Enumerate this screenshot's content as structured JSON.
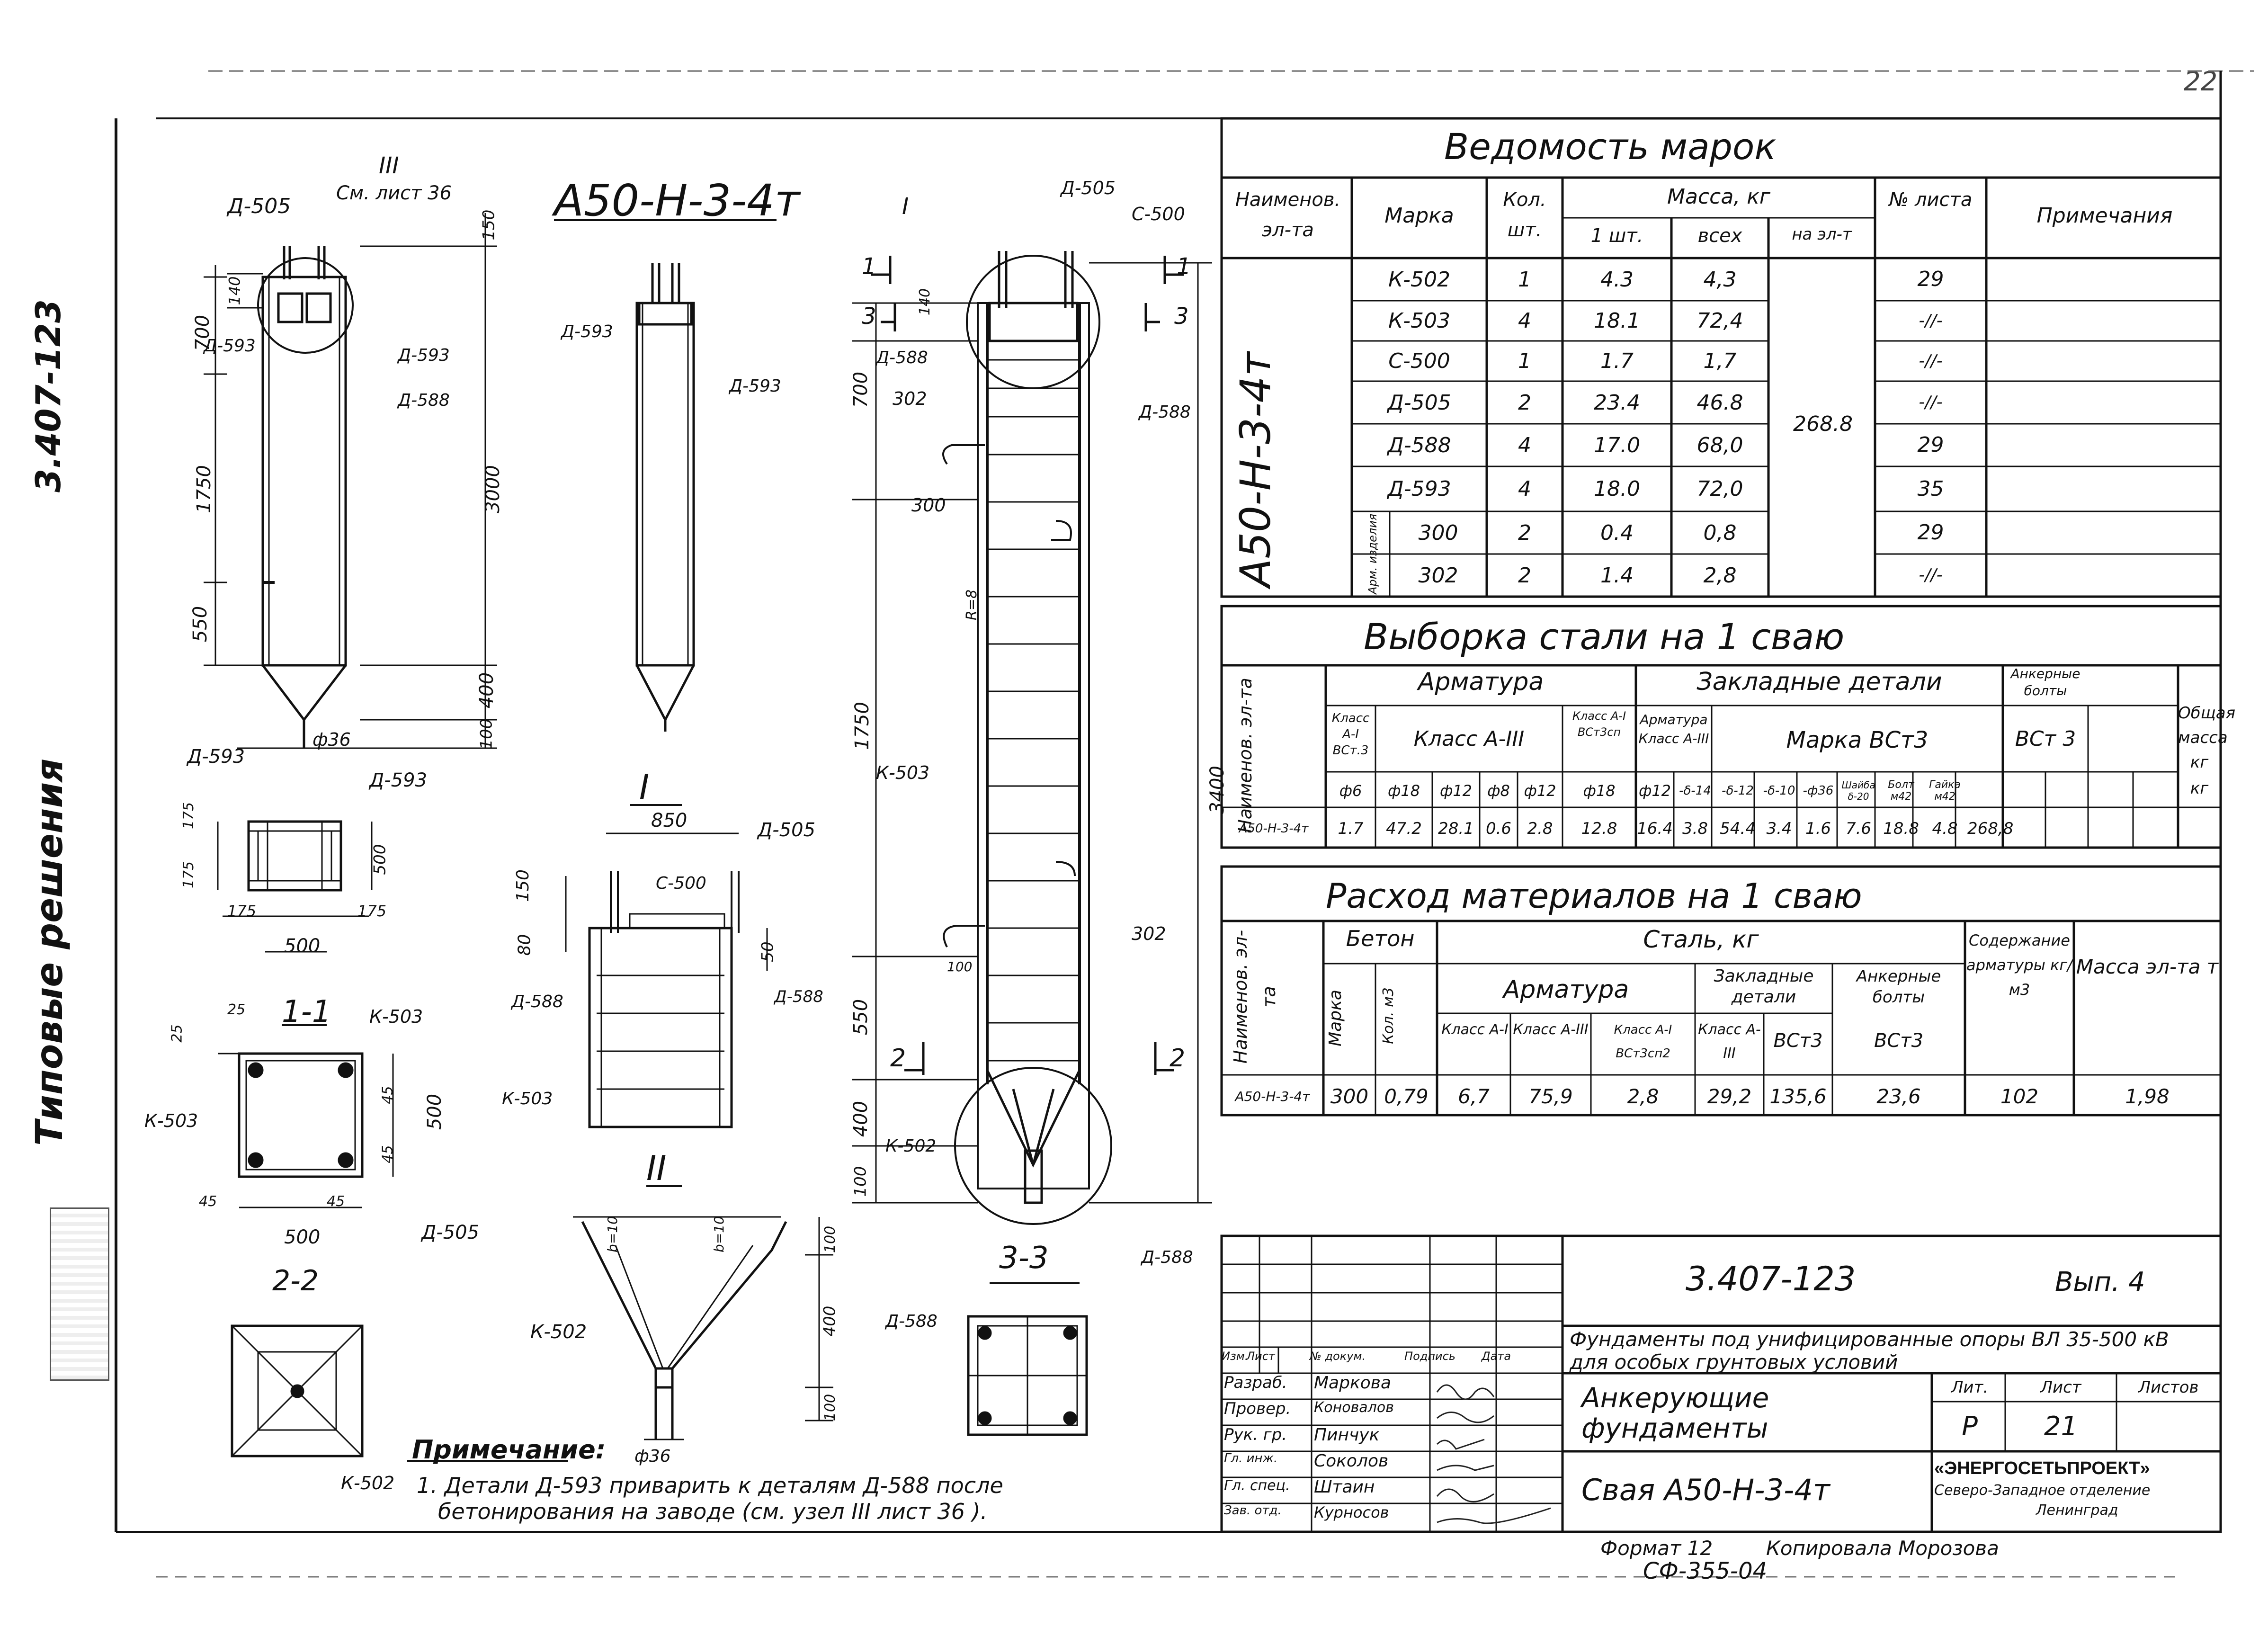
{
  "sheet": {
    "page_no": "22",
    "side_code": "3.407-123",
    "side_title": "Типовые решения"
  },
  "main_title": "А50-Н-3-4т",
  "labels": {
    "d505_a": "Д-505",
    "see_iii": "См. лист 36",
    "iii": "III",
    "d593_a": "Д-593",
    "d593_b": "Д-593",
    "d588_a": "Д-588",
    "dim_150": "150",
    "dim_140": "140",
    "dim_700": "700",
    "dim_1750": "1750",
    "dim_3000": "3000",
    "dim_550": "550",
    "dim_400": "400",
    "dim_100": "100",
    "phi36": "ф36",
    "d593_c": "Д-593",
    "d593_d": "Д-593",
    "p_i": "I",
    "p_d505": "Д-505",
    "p_c500": "С-500",
    "p_d588": "Д-588",
    "p_302": "302",
    "p_300": "300",
    "p_r8": "R=8",
    "p_k503": "К-503",
    "p_302b": "302",
    "p_k502": "К-502",
    "p_3400": "3400",
    "p_700": "700",
    "p_1750": "1750",
    "p_550": "550",
    "p_400": "400",
    "p_100": "100",
    "p_140": "140",
    "p_1a": "1",
    "p_1b": "1",
    "p_3a": "3",
    "p_3b": "3",
    "p_2a": "2",
    "p_2b": "2",
    "p_100b": "100",
    "top_d593a": "Д-593",
    "top_d593b": "Д-593",
    "top_175a": "175",
    "top_175b": "175",
    "top_175c": "175",
    "top_175d": "175",
    "top_500a": "500",
    "top_500b": "500",
    "s11": "1-1",
    "s11_25": "25",
    "s11_25b": "25",
    "s11_k503a": "К-503",
    "s11_k503b": "К-503",
    "s11_45a": "45",
    "s11_45b": "45",
    "s11_45c": "45",
    "s11_45d": "45",
    "s11_500": "500",
    "s11_500b": "500",
    "s11_d505": "Д-505",
    "s22": "2-2",
    "s22_k502": "К-502",
    "ni": "I",
    "ni_850": "850",
    "ni_d505": "Д-505",
    "ni_c500": "С-500",
    "ni_150": "150",
    "ni_80": "80",
    "ni_50": "50",
    "ni_d588a": "Д-588",
    "ni_d588b": "Д-588",
    "ni_k503": "К-503",
    "nii": "II",
    "nii_k502": "К-502",
    "nii_b10a": "b=10",
    "nii_b10b": "b=10",
    "nii_100": "100",
    "nii_400": "400",
    "nii_100b": "100",
    "nii_phi36": "ф36",
    "s33": "3-3",
    "s33_d588a": "Д-588",
    "s33_d588b": "Д-588"
  },
  "note": {
    "title": "Примечание:",
    "line1": "1. Детали Д-593 приварить к деталям Д-588 после",
    "line2": "бетонирования на заводе (см. узел III лист 36 )."
  },
  "vedomost": {
    "title": "Ведомость марок",
    "headers": {
      "name": "Наименов. эл-та",
      "mark": "Марка",
      "qty": "Кол. шт.",
      "mass": "Масса, кг",
      "one": "1 шт.",
      "all": "всех",
      "per": "на эл-т",
      "sheet": "№ листа",
      "note": "Примечания"
    },
    "element": "А50-Н-3-4т",
    "group_label": "Арм. изделия",
    "rows": [
      {
        "mark": "К-502",
        "qty": "1",
        "one": "4.3",
        "all": "4,3",
        "sheet": "29"
      },
      {
        "mark": "К-503",
        "qty": "4",
        "one": "18.1",
        "all": "72,4",
        "sheet": "-//-"
      },
      {
        "mark": "С-500",
        "qty": "1",
        "one": "1.7",
        "all": "1,7",
        "sheet": "-//-"
      },
      {
        "mark": "Д-505",
        "qty": "2",
        "one": "23.4",
        "all": "46.8",
        "sheet": "-//-"
      },
      {
        "mark": "Д-588",
        "qty": "4",
        "one": "17.0",
        "all": "68,0",
        "sheet": "29"
      },
      {
        "mark": "Д-593",
        "qty": "4",
        "one": "18.0",
        "all": "72,0",
        "sheet": "35"
      },
      {
        "mark": "300",
        "qty": "2",
        "one": "0.4",
        "all": "0,8",
        "sheet": "29"
      },
      {
        "mark": "302",
        "qty": "2",
        "one": "1.4",
        "all": "2,8",
        "sheet": "-//-"
      }
    ],
    "per_element": "268.8"
  },
  "vyborka": {
    "title": "Выборка стали на 1 сваю",
    "h_name": "Наименов. эл-та",
    "h_arm": "Арматура",
    "h_zakl": "Закладные детали",
    "h_ank": "Анкерные болты",
    "h_total": "Общая масса кг",
    "h_a1": "Класс А-I ВСт.3",
    "h_a3": "Класс А-III",
    "h_a1b": "Класс А-I ВСт3сп",
    "h_za3": "Арматура Класс А-III",
    "h_vst3": "Марка ВСт3",
    "h_ank2": "ВСт 3",
    "cols": [
      "ф6",
      "ф18",
      "ф12",
      "ф8",
      "ф12",
      "ф18",
      "ф12",
      "-δ-14",
      "-δ-12",
      "-δ-10",
      "-ф36",
      "Шайба δ-20",
      "Болт м42",
      "Гайка м42"
    ],
    "row": {
      "name": "А50-Н-3-4т",
      "vals": [
        "1.7",
        "47.2",
        "28.1",
        "0.6",
        "2.8",
        "12.8",
        "16.4",
        "3.8",
        "54.4",
        "3.4",
        "1.6",
        "7.6",
        "18.8",
        "4.8"
      ],
      "total": "268,8"
    }
  },
  "rashod": {
    "title": "Расход материалов на 1 сваю",
    "h_name": "Наименов. эл-та",
    "h_beton": "Бетон",
    "h_marka": "Марка",
    "h_kol": "Кол. м3",
    "h_steel": "Сталь, кг",
    "h_arm": "Арматура",
    "h_zakl": "Закладные детали",
    "h_ank": "Анкерные болты",
    "h_a1": "Класс А-I",
    "h_a3": "Класс А-III",
    "h_a1b": "Класс А-I ВСт3сп2",
    "h_za3": "Класс А-III",
    "h_vst3": "ВСт3",
    "h_vst3b": "ВСт3",
    "h_soder": "Содержание арматуры кг/м3",
    "h_mass": "Масса эл-та т",
    "row": {
      "name": "А50-Н-3-4т",
      "marka": "300",
      "kol": "0,79",
      "a1": "6,7",
      "a3": "75,9",
      "a1b": "2,8",
      "za3": "29,2",
      "vst3": "135,6",
      "vst3b": "23,6",
      "soder": "102",
      "mass": "1,98"
    }
  },
  "stamp": {
    "code": "3.407-123",
    "vyp": "Вып. 4",
    "project": "Фундаменты под унифицированные опоры ВЛ 35-500 кВ для особых грунтовых условий",
    "h_izm": "Изм.",
    "h_list": "Лист",
    "h_doc": "№ докум.",
    "h_sign": "Подпись",
    "h_date": "Дата",
    "roles": [
      "Разраб.",
      "Провер.",
      "Рук. гр.",
      "Гл. инж.",
      "Гл. спец.",
      "Зав. отд."
    ],
    "names": [
      "Маркова",
      "Коновалов",
      "Пинчук",
      "Соколов",
      "Штаин",
      "Курносов"
    ],
    "section": "Анкерующие фундаменты",
    "h_lit": "Лит.",
    "h_sheet": "Лист",
    "h_sheets": "Листов",
    "lit": "Р",
    "sheet": "21",
    "sheets": "",
    "drawing": "Свая А50-Н-3-4т",
    "org": "«ЭНЕРГОСЕТЬПРОЕКТ»",
    "org2": "Северо-Западное отделение",
    "org3": "Ленинград"
  },
  "footer": {
    "format": "Формат 12",
    "copied": "Копировала Морозова",
    "sf": "СФ-355-04"
  }
}
